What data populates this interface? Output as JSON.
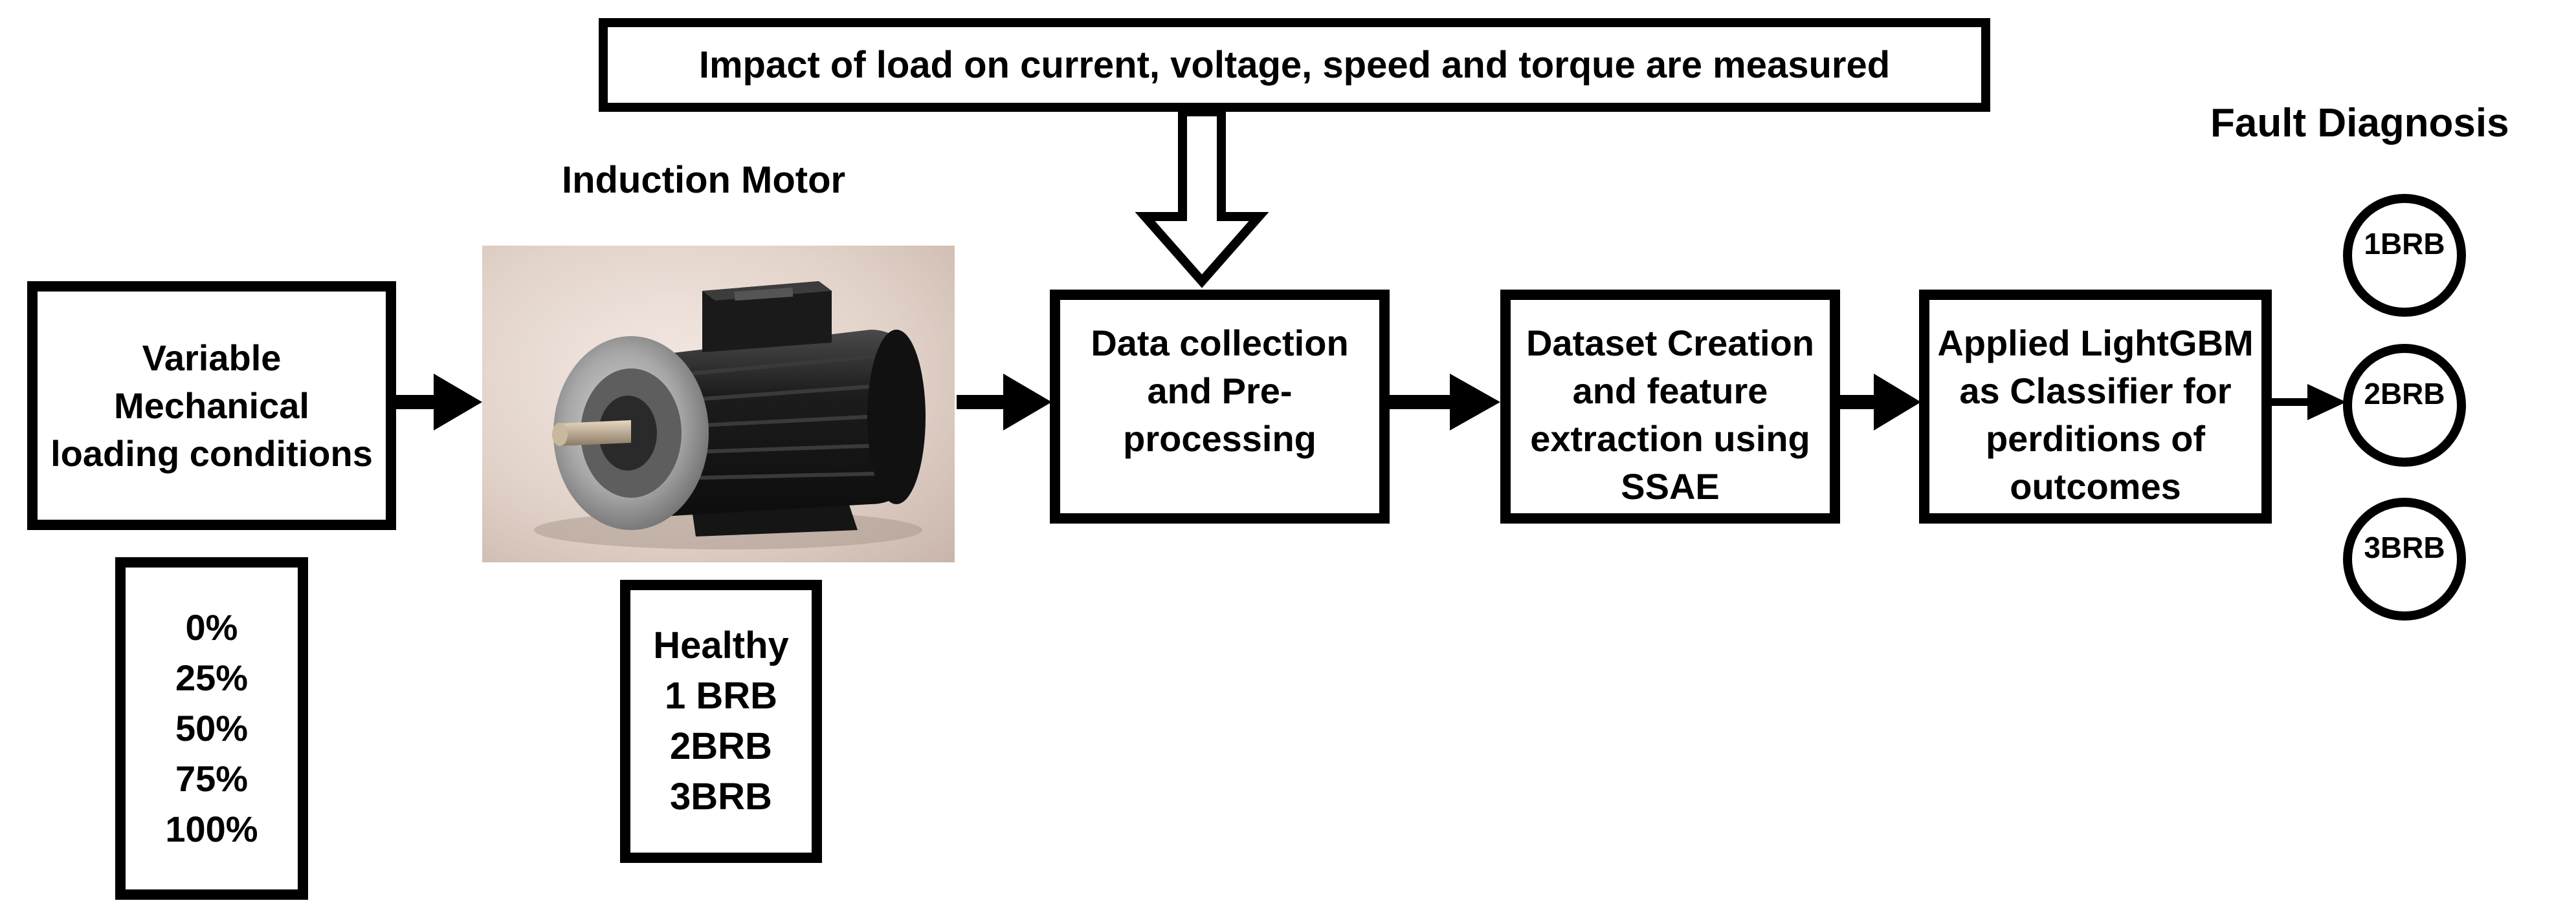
{
  "top_box": {
    "text": "Impact of load on current, voltage, speed and torque are measured"
  },
  "motor": {
    "label": "Induction Motor",
    "image_icon": "electric-motor-image"
  },
  "load_box": {
    "lines": [
      "Variable",
      "Mechanical",
      "loading conditions"
    ]
  },
  "load_levels": [
    "0%",
    "25%",
    "50%",
    "75%",
    "100%"
  ],
  "motor_conditions": [
    "Healthy",
    "1 BRB",
    "2BRB",
    "3BRB"
  ],
  "process_steps": [
    {
      "lines": [
        "Data collection",
        "and Pre-",
        "processing"
      ]
    },
    {
      "lines": [
        "Dataset Creation",
        "and feature",
        "extraction using",
        "SSAE"
      ]
    },
    {
      "lines": [
        "Applied LightGBM",
        "as Classifier for",
        "perditions of",
        "outcomes"
      ]
    }
  ],
  "fault_diagnosis": {
    "title": "Fault Diagnosis",
    "classes": [
      "1BRB",
      "2BRB",
      "3BRB"
    ]
  },
  "colors": {
    "stroke": "#000000",
    "background": "#ffffff"
  }
}
